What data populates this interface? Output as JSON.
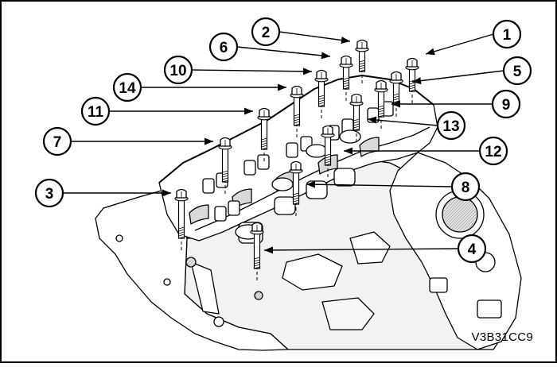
{
  "figure": {
    "code": "V3B31CC9",
    "colors": {
      "line": "#000000",
      "fill": "#ffffff",
      "shade": "#bdbdbd",
      "dark": "#555555",
      "frame": "#000000"
    }
  },
  "callouts": [
    {
      "id": "c1",
      "label": "1"
    },
    {
      "id": "c2",
      "label": "2"
    },
    {
      "id": "c3",
      "label": "3"
    },
    {
      "id": "c4",
      "label": "4"
    },
    {
      "id": "c5",
      "label": "5"
    },
    {
      "id": "c6",
      "label": "6"
    },
    {
      "id": "c7",
      "label": "7"
    },
    {
      "id": "c8",
      "label": "8"
    },
    {
      "id": "c9",
      "label": "9"
    },
    {
      "id": "c10",
      "label": "10"
    },
    {
      "id": "c11",
      "label": "11"
    },
    {
      "id": "c12",
      "label": "12"
    },
    {
      "id": "c13",
      "label": "13"
    },
    {
      "id": "c14",
      "label": "14"
    }
  ]
}
